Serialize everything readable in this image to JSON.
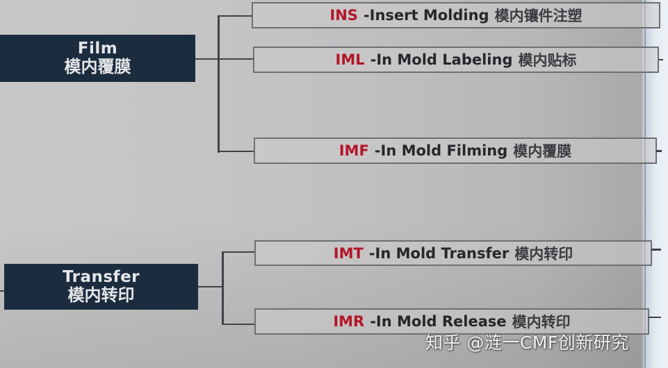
{
  "diagram": {
    "categories": [
      {
        "id": "film",
        "label_en": "Film",
        "label_zh": "模内覆膜",
        "items": [
          {
            "code": "INS",
            "desc": "-Insert Molding",
            "zh": "模内镶件注塑"
          },
          {
            "code": "IML",
            "desc": "-In Mold Labeling",
            "zh": "模内贴标"
          },
          {
            "code": "IMF",
            "desc": "-In Mold Filming",
            "zh": "模内覆膜"
          }
        ]
      },
      {
        "id": "transfer",
        "label_en": "Transfer",
        "label_zh": "模内转印",
        "items": [
          {
            "code": "IMT",
            "desc": "-In Mold Transfer",
            "zh": "模内转印"
          },
          {
            "code": "IMR",
            "desc": "-In Mold Release",
            "zh": "模内转印"
          }
        ]
      }
    ],
    "colors": {
      "category_box": "#1c2c3f",
      "code_text": "#b3162a",
      "item_text": "#25272b",
      "connector": "#3f4246"
    }
  },
  "watermark": {
    "text": "知乎 @涟一CMF创新研究"
  }
}
